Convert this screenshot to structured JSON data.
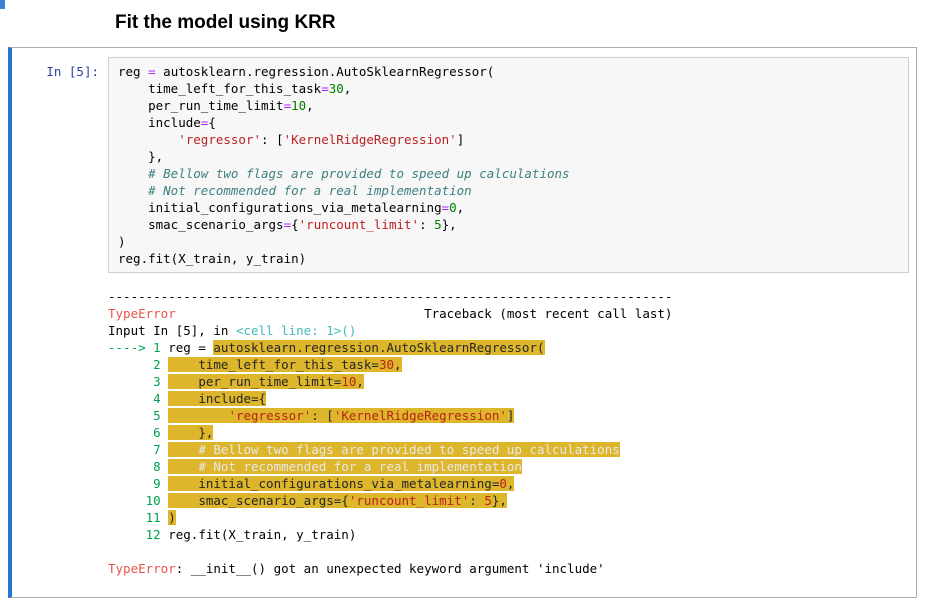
{
  "heading": "Fit the model using KRR",
  "cell": {
    "prompt": "In [5]:",
    "code_lines": [
      [
        {
          "t": "reg ",
          "c": "p"
        },
        {
          "t": "=",
          "c": "o"
        },
        {
          "t": " autosklearn.regression.AutoSklearnRegressor(",
          "c": "p"
        }
      ],
      [
        {
          "t": "    time_left_for_this_task",
          "c": "p"
        },
        {
          "t": "=",
          "c": "o"
        },
        {
          "t": "30",
          "c": "n"
        },
        {
          "t": ",",
          "c": "p"
        }
      ],
      [
        {
          "t": "    per_run_time_limit",
          "c": "p"
        },
        {
          "t": "=",
          "c": "o"
        },
        {
          "t": "10",
          "c": "n"
        },
        {
          "t": ",",
          "c": "p"
        }
      ],
      [
        {
          "t": "    include",
          "c": "p"
        },
        {
          "t": "=",
          "c": "o"
        },
        {
          "t": "{",
          "c": "p"
        }
      ],
      [
        {
          "t": "        ",
          "c": "p"
        },
        {
          "t": "'regressor'",
          "c": "s"
        },
        {
          "t": ": [",
          "c": "p"
        },
        {
          "t": "'KernelRidgeRegression'",
          "c": "s"
        },
        {
          "t": "]",
          "c": "p"
        }
      ],
      [
        {
          "t": "    },",
          "c": "p"
        }
      ],
      [
        {
          "t": "    ",
          "c": "p"
        },
        {
          "t": "# Bellow two flags are provided to speed up calculations",
          "c": "c"
        }
      ],
      [
        {
          "t": "    ",
          "c": "p"
        },
        {
          "t": "# Not recommended for a real implementation",
          "c": "c"
        }
      ],
      [
        {
          "t": "    initial_configurations_via_metalearning",
          "c": "p"
        },
        {
          "t": "=",
          "c": "o"
        },
        {
          "t": "0",
          "c": "n"
        },
        {
          "t": ",",
          "c": "p"
        }
      ],
      [
        {
          "t": "    smac_scenario_args",
          "c": "p"
        },
        {
          "t": "=",
          "c": "o"
        },
        {
          "t": "{",
          "c": "p"
        },
        {
          "t": "'runcount_limit'",
          "c": "s"
        },
        {
          "t": ": ",
          "c": "p"
        },
        {
          "t": "5",
          "c": "n"
        },
        {
          "t": "},",
          "c": "p"
        }
      ],
      [
        {
          "t": ")",
          "c": "p"
        }
      ],
      [
        {
          "t": "reg.fit(X_train, y_train)",
          "c": "p"
        }
      ]
    ]
  },
  "output": {
    "lines": [
      [
        {
          "t": "---------------------------------------------------------------------------",
          "c": "p"
        }
      ],
      [
        {
          "t": "TypeError",
          "c": "ar"
        },
        {
          "t": "                                 Traceback (most recent call last)",
          "c": "p"
        }
      ],
      [
        {
          "t": "Input In [5], in ",
          "c": "p"
        },
        {
          "t": "<cell line: 1>",
          "c": "ac"
        },
        {
          "t": "()",
          "c": "ac"
        }
      ],
      [
        {
          "t": "----> 1 ",
          "c": "ag"
        },
        {
          "t": "reg = ",
          "c": "p"
        },
        {
          "t": "autosklearn.regression.AutoSklearnRegressor(",
          "c": "hd"
        }
      ],
      [
        {
          "t": "      2 ",
          "c": "ag"
        },
        {
          "t": "    time_left_for_this_task=",
          "c": "hd"
        },
        {
          "t": "30",
          "c": "hr"
        },
        {
          "t": ",",
          "c": "hd"
        }
      ],
      [
        {
          "t": "      3 ",
          "c": "ag"
        },
        {
          "t": "    per_run_time_limit=",
          "c": "hd"
        },
        {
          "t": "10",
          "c": "hr"
        },
        {
          "t": ",",
          "c": "hd"
        }
      ],
      [
        {
          "t": "      4 ",
          "c": "ag"
        },
        {
          "t": "    include={",
          "c": "hd"
        }
      ],
      [
        {
          "t": "      5 ",
          "c": "ag"
        },
        {
          "t": "        ",
          "c": "hd"
        },
        {
          "t": "'regressor'",
          "c": "hr"
        },
        {
          "t": ": [",
          "c": "hd"
        },
        {
          "t": "'KernelRidgeRegression'",
          "c": "hr"
        },
        {
          "t": "]",
          "c": "hd"
        }
      ],
      [
        {
          "t": "      6 ",
          "c": "ag"
        },
        {
          "t": "    },",
          "c": "hd"
        }
      ],
      [
        {
          "t": "      7 ",
          "c": "ag"
        },
        {
          "t": "    # Bellow two flags are provided to speed up calculations",
          "c": "hc"
        }
      ],
      [
        {
          "t": "      8 ",
          "c": "ag"
        },
        {
          "t": "    # Not recommended for a real implementation",
          "c": "hc"
        }
      ],
      [
        {
          "t": "      9 ",
          "c": "ag"
        },
        {
          "t": "    initial_configurations_via_metalearning=",
          "c": "hd"
        },
        {
          "t": "0",
          "c": "hr"
        },
        {
          "t": ",",
          "c": "hd"
        }
      ],
      [
        {
          "t": "     10 ",
          "c": "ag"
        },
        {
          "t": "    smac_scenario_args={",
          "c": "hd"
        },
        {
          "t": "'runcount_limit'",
          "c": "hr"
        },
        {
          "t": ": ",
          "c": "hd"
        },
        {
          "t": "5",
          "c": "hr"
        },
        {
          "t": "},",
          "c": "hd"
        }
      ],
      [
        {
          "t": "     11 ",
          "c": "ag"
        },
        {
          "t": ")",
          "c": "hd"
        }
      ],
      [
        {
          "t": "     12 ",
          "c": "ag"
        },
        {
          "t": "reg.fit(X_train, y_train)",
          "c": "p"
        }
      ],
      [
        {
          "t": " ",
          "c": "p"
        }
      ],
      [
        {
          "t": "TypeError",
          "c": "ar"
        },
        {
          "t": ": __init__() got an unexpected keyword argument 'include'",
          "c": "p"
        }
      ]
    ]
  }
}
